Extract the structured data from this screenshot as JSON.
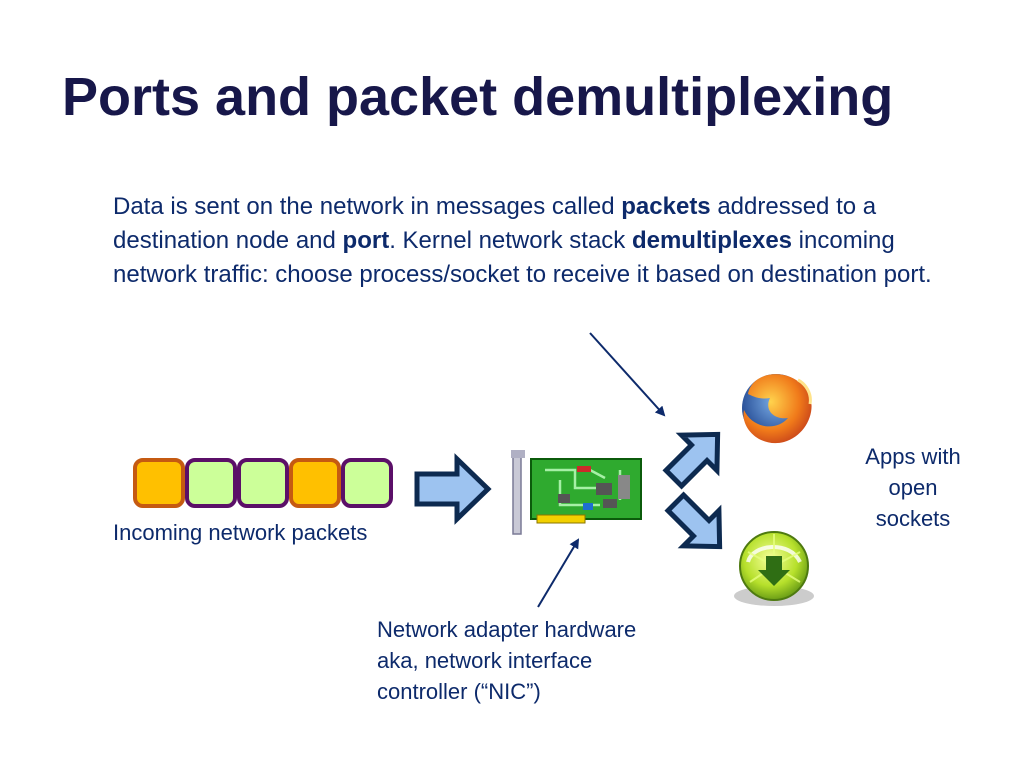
{
  "slide": {
    "title": "Ports and packet demultiplexing",
    "body": {
      "t1": "Data is sent on the network in messages called ",
      "b1": "packets",
      "t2": " addressed to a destination node and ",
      "b2": "port",
      "t3": ".  Kernel network stack ",
      "b3": "demultiplexes",
      "t4": " incoming network traffic: choose process/socket to receive it based on destination port."
    }
  },
  "labels": {
    "packets": "Incoming network packets",
    "nic_line1": "Network adapter hardware",
    "nic_line2": "aka, network interface",
    "nic_line3": "controller (“NIC”)",
    "apps_line1": "Apps with",
    "apps_line2": "open",
    "apps_line3": "sockets"
  },
  "packets": [
    {
      "fill": "#ffc000",
      "border": "#c55a11"
    },
    {
      "fill": "#ccff99",
      "border": "#5b0f68"
    },
    {
      "fill": "#ccff99",
      "border": "#5b0f68"
    },
    {
      "fill": "#ffc000",
      "border": "#c55a11"
    },
    {
      "fill": "#ccff99",
      "border": "#5b0f68"
    }
  ],
  "icons": {
    "browser": "firefox-icon",
    "media": "limewire-icon",
    "nic": "network-card-icon"
  },
  "colors": {
    "title": "#17174a",
    "text": "#0d2a6b",
    "arrow_fill": "#9dc3f0",
    "arrow_stroke": "#0d2a50"
  }
}
